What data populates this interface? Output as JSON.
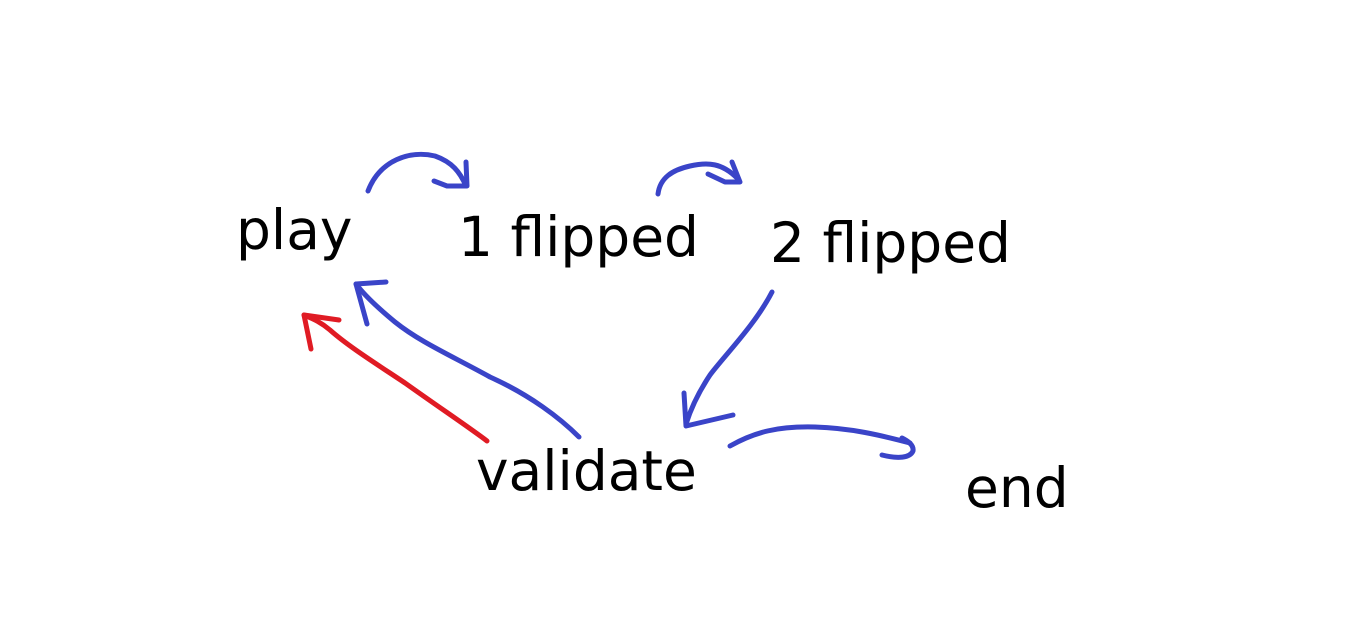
{
  "states": {
    "play": "play",
    "one_flipped": "1 flipped",
    "two_flipped": "2 flipped",
    "validate": "validate",
    "end": "end"
  },
  "colors": {
    "background": "#ffffff",
    "text": "#000000",
    "arrow_blue": "#3a44c8",
    "arrow_red": "#e01b24"
  },
  "transitions": [
    {
      "from": "play",
      "to": "1 flipped",
      "color": "blue"
    },
    {
      "from": "1 flipped",
      "to": "2 flipped",
      "color": "blue"
    },
    {
      "from": "2 flipped",
      "to": "validate",
      "color": "blue"
    },
    {
      "from": "validate",
      "to": "play",
      "color": "blue"
    },
    {
      "from": "validate",
      "to": "play",
      "color": "red"
    },
    {
      "from": "validate",
      "to": "end",
      "color": "blue"
    }
  ]
}
